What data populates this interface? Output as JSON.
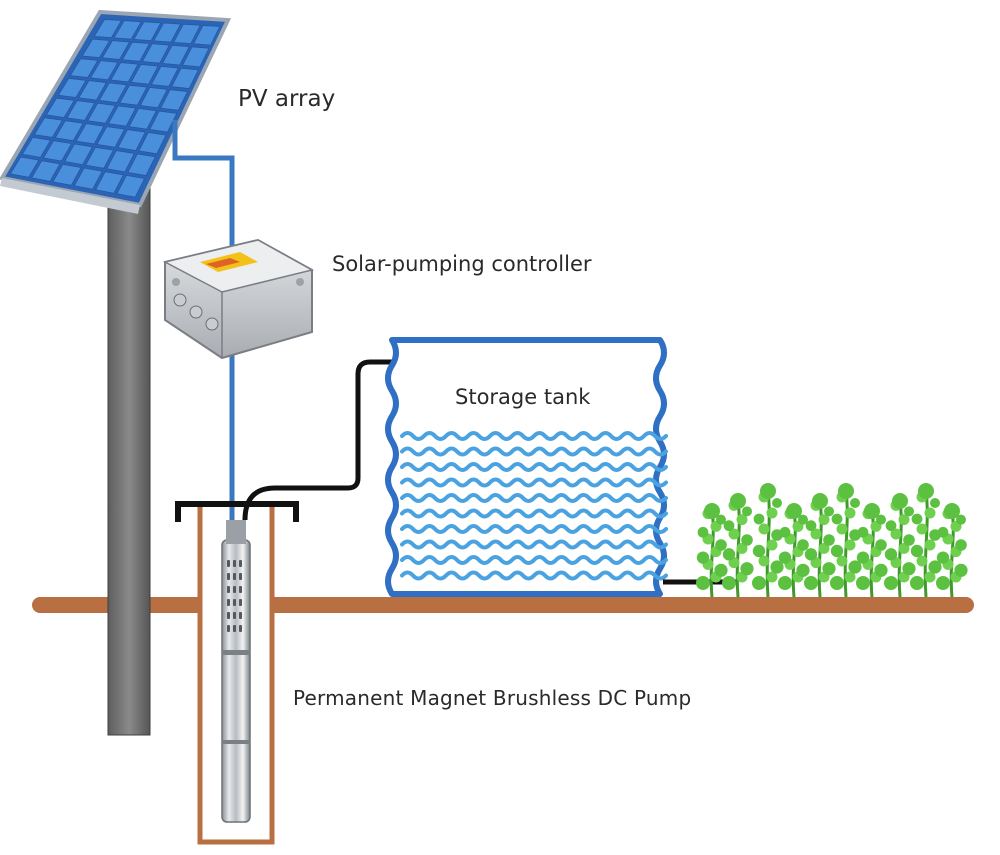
{
  "labels": {
    "pv_array": "PV array",
    "controller": "Solar-pumping controller",
    "storage_tank": "Storage tank",
    "pump": "Permanent Magnet Brushless DC Pump"
  },
  "colors": {
    "wire": "#3a78c2",
    "pipe": "#111111",
    "ground": "#b86f42",
    "water": "#4aa3e0",
    "tank_outline": "#2f6fc4",
    "plant": "#5cc040",
    "pole": "#6f6f6f",
    "panel_cell": "#3b7fd0"
  }
}
